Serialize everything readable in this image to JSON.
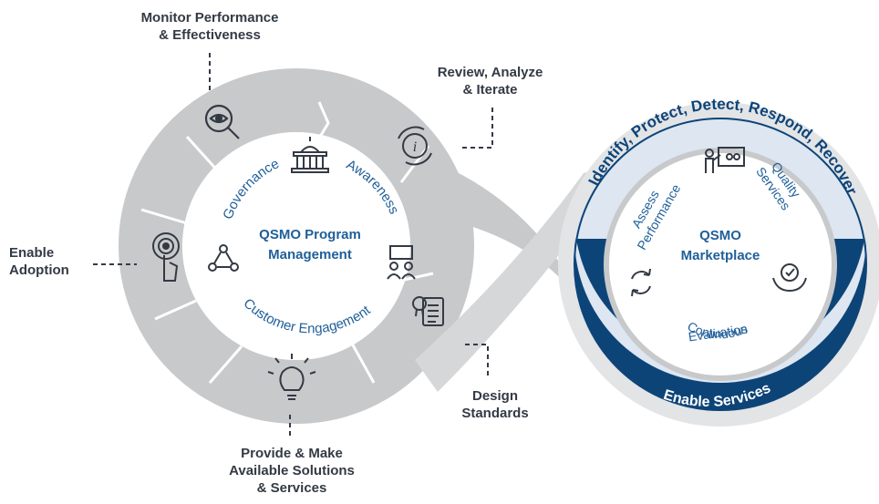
{
  "callouts": {
    "monitor": [
      "Monitor Performance",
      "& Effectiveness"
    ],
    "review": [
      "Review, Analyze",
      "& Iterate"
    ],
    "enable_adoption": [
      "Enable",
      "Adoption"
    ],
    "design": [
      "Design",
      "Standards"
    ],
    "provide": [
      "Provide & Make",
      "Available Solutions",
      "& Services"
    ]
  },
  "left_loop": {
    "title": [
      "QSMO Program",
      "Management"
    ],
    "arc_labels": {
      "governance": "Governance",
      "awareness": "Awareness",
      "customer_engagement": "Customer Engagement"
    }
  },
  "right_loop": {
    "title": [
      "QSMO",
      "Marketplace"
    ],
    "top_band": "Identify, Protect, Detect, Respond, Recover",
    "bottom_band": "Enable Services",
    "inner_labels": {
      "assess_performance": [
        "Assess",
        "Performance"
      ],
      "quality_services": [
        "Quality",
        "Services"
      ],
      "continuous_evaluation": [
        "Continuous",
        "Evaluation"
      ]
    }
  },
  "icons": {
    "eye": "eye-magnifier-icon",
    "info_cycle": "info-cycle-icon",
    "touch": "touch-target-icon",
    "bulb": "lightbulb-icon",
    "certificate": "certificate-document-icon",
    "capitol": "capitol-building-icon",
    "meeting": "meeting-presentation-icon",
    "network": "people-network-icon",
    "presenter": "presenter-chart-icon",
    "handshake": "hands-check-icon",
    "refresh": "refresh-arrows-icon"
  },
  "colors": {
    "gray_band": "#c8c9cb",
    "dark_navy": "#0d4478",
    "light_blue": "#dde6f1",
    "text_blue": "#1f5f99",
    "label_dark": "#333a44"
  }
}
